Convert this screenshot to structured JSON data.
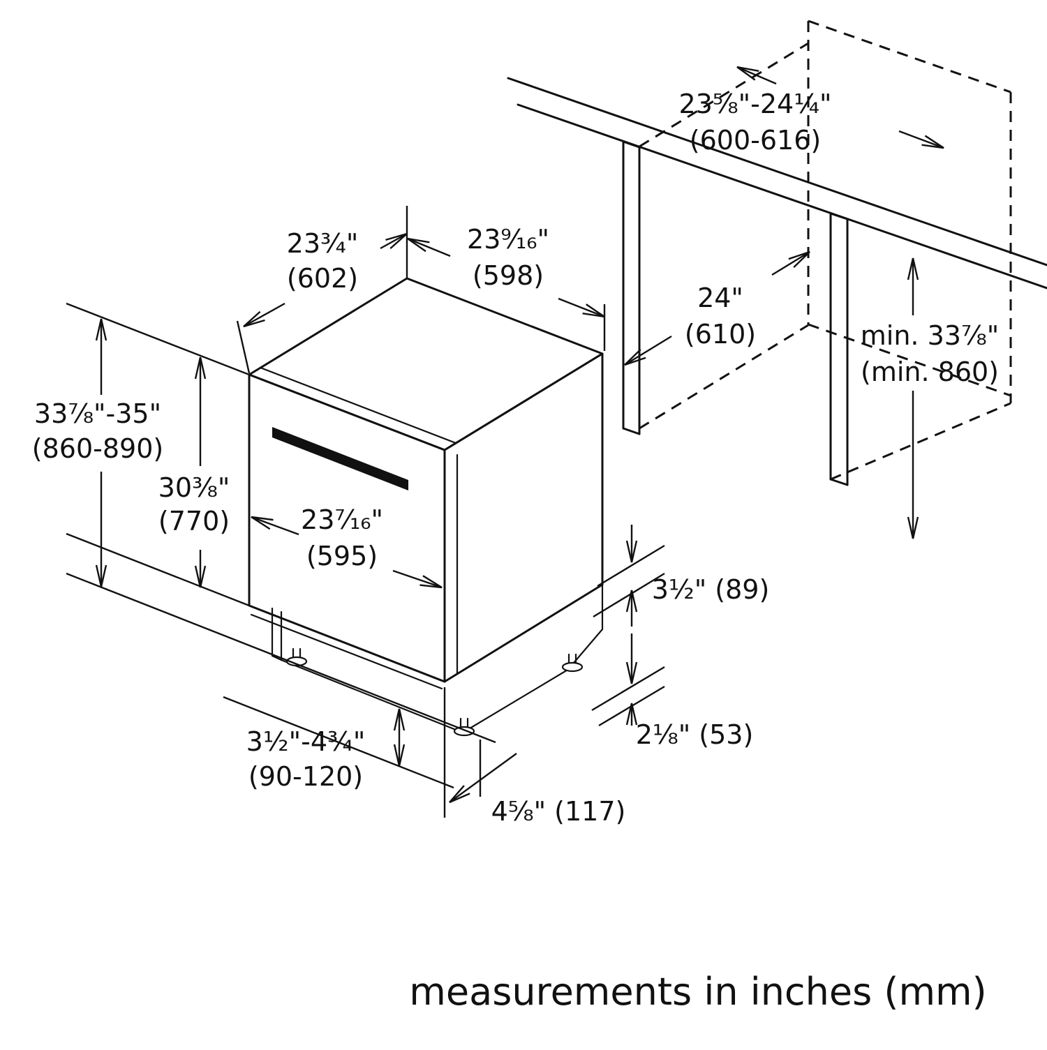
{
  "caption": "measurements in inches (mm)",
  "dimensions": {
    "overall_height": {
      "inches": "33⁷⁄₈\"-35\"",
      "mm": "(860-890)"
    },
    "door_height": {
      "inches": "30³⁄₈\"",
      "mm": "(770)"
    },
    "top_depth": {
      "inches": "23³⁄₄\"",
      "mm": "(602)"
    },
    "top_width": {
      "inches": "23⁹⁄₁₆\"",
      "mm": "(598)"
    },
    "front_width": {
      "inches": "23⁷⁄₁₆\"",
      "mm": "(595)"
    },
    "niche_depth": {
      "inches": "24\"",
      "mm": "(610)"
    },
    "niche_width": {
      "inches": "23⁵⁄₈\"-24¹⁄₄\"",
      "mm": "(600-616)"
    },
    "niche_height": {
      "inches": "min. 33⁷⁄₈\"",
      "mm": "(min. 860)"
    },
    "base_step": {
      "label": "3¹⁄₂\" (89)"
    },
    "foot_clearance": {
      "label": "2¹⁄₈\" (53)"
    },
    "toe_kick_height": {
      "inches": "3¹⁄₂\"-4³⁄₄\"",
      "mm": "(90-120)"
    },
    "toe_kick_depth": {
      "label": "4⁵⁄₈\" (117)"
    }
  }
}
